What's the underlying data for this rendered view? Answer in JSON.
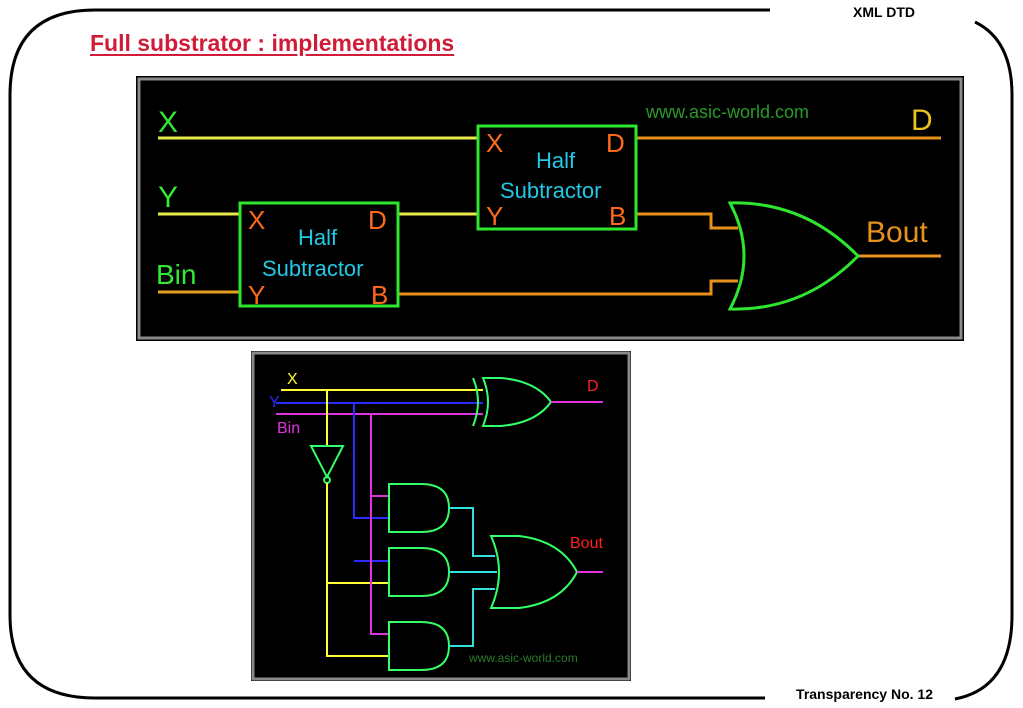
{
  "slide": {
    "header_label": "XML DTD",
    "title": "Full substrator : implementations",
    "footer_label": "Transparency No. 12"
  },
  "top_diagram": {
    "watermark": "www.asic-world.com",
    "inputs": {
      "x": "X",
      "y": "Y",
      "bin": "Bin"
    },
    "outputs": {
      "d": "D",
      "bout": "Bout"
    },
    "half_subtractor_1": {
      "line1": "Half",
      "line2": "Subtractor",
      "in_x": "X",
      "in_y": "Y",
      "out_d": "D",
      "out_b": "B"
    },
    "half_subtractor_2": {
      "line1": "Half",
      "line2": "Subtractor",
      "in_x": "X",
      "in_y": "Y",
      "out_d": "D",
      "out_b": "B"
    },
    "colors": {
      "x": "#e8e84a",
      "y": "#e8e84a",
      "bin": "#e8a020",
      "hs_box": "#2ee62e",
      "hs_label": "#22c8e6",
      "pin_label": "#ff6a1a",
      "output": "#e8921e",
      "input_label": "#33e833",
      "watermark": "#2a9a2a"
    }
  },
  "bottom_diagram": {
    "watermark": "www.asic-world.com",
    "inputs": {
      "x": "X",
      "y": "Y",
      "bin": "Bin"
    },
    "outputs": {
      "d": "D",
      "bout": "Bout"
    },
    "colors": {
      "x": "#ffff33",
      "y": "#2b2bff",
      "bin": "#e033e0",
      "gate": "#33ff66",
      "and_out": "#33e0e0",
      "output_label": "#ff2020",
      "watermark": "#2a7a2a"
    }
  }
}
